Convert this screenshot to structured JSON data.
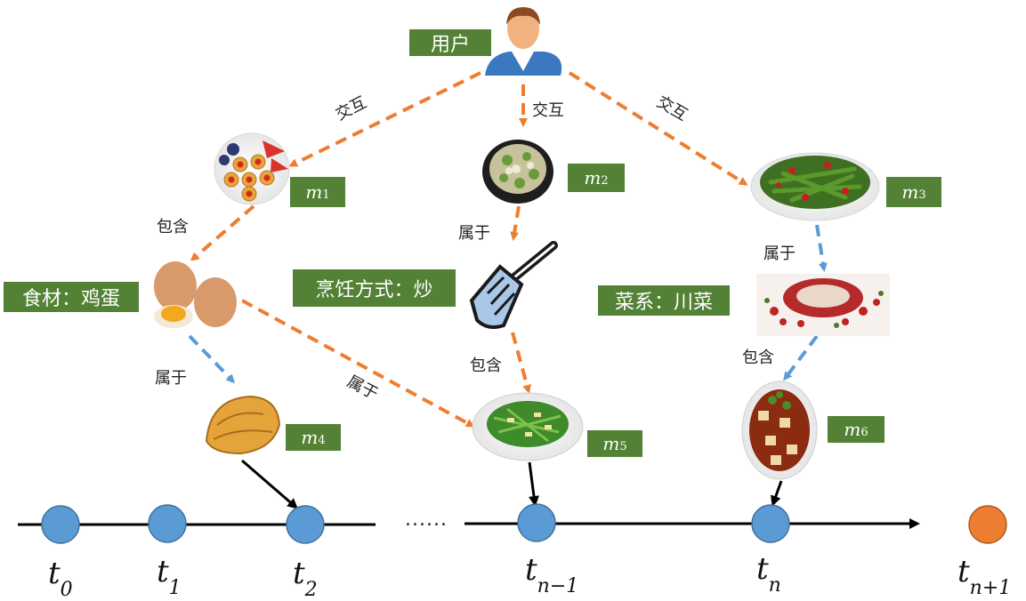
{
  "user_label": "用户",
  "attribute_labels": {
    "ingredient": "食材：鸡蛋",
    "cooking": "烹饪方式：炒",
    "cuisine": "菜系：川菜"
  },
  "edge_labels": {
    "interact_left": "交互",
    "interact_mid": "交互",
    "interact_right": "交互",
    "contain_m1": "包含",
    "belong_m2": "属于",
    "belong_m3": "属于",
    "belong_egg_m4": "属于",
    "belong_egg_m5": "属于",
    "contain_m5": "包含",
    "contain_m6": "包含"
  },
  "meals": [
    {
      "letter": "m",
      "index": "1"
    },
    {
      "letter": "m",
      "index": "2"
    },
    {
      "letter": "m",
      "index": "3"
    },
    {
      "letter": "m",
      "index": "4"
    },
    {
      "letter": "m",
      "index": "5"
    },
    {
      "letter": "m",
      "index": "6"
    }
  ],
  "timeline": {
    "ellipsis": "......",
    "labels": [
      {
        "t": "t",
        "sub": "0"
      },
      {
        "t": "t",
        "sub": "1"
      },
      {
        "t": "t",
        "sub": "2"
      },
      {
        "t": "t",
        "sub": "n−1"
      },
      {
        "t": "t",
        "sub": "n"
      },
      {
        "t": "t",
        "sub": "n+1"
      }
    ]
  },
  "colors": {
    "orange": "#ED7D31",
    "blue": "#5B9BD5",
    "green_tag": "#538135",
    "node_blue": "#5B9BD5",
    "node_orange": "#ED7D31"
  }
}
